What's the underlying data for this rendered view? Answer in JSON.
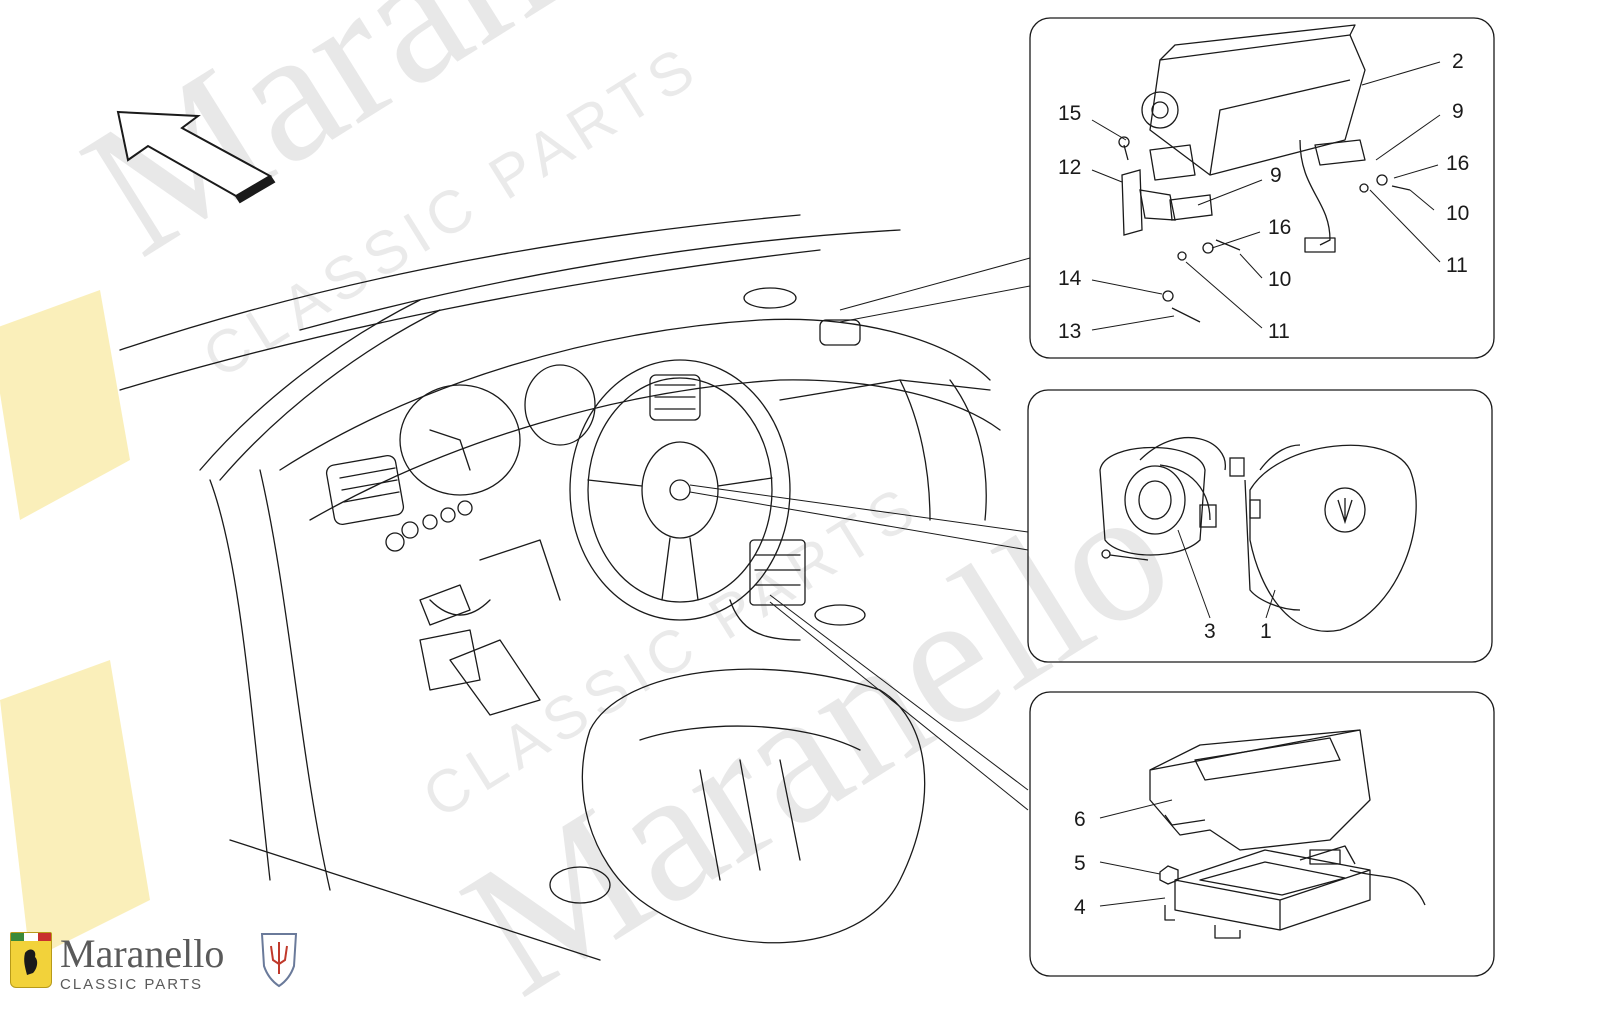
{
  "watermark": {
    "brand": "Maranello",
    "sub": "CLASSIC PARTS"
  },
  "logo": {
    "title": "Maranello",
    "subtitle": "CLASSIC PARTS",
    "crest_icon": "prancing-horse-shield-icon",
    "emblem_icon": "trident-emblem-icon"
  },
  "callouts": {
    "c1": "1",
    "c2": "2",
    "c3": "3",
    "c4": "4",
    "c5": "5",
    "c6": "6",
    "c9a": "9",
    "c9b": "9",
    "c10a": "10",
    "c10b": "10",
    "c11a": "11",
    "c11b": "11",
    "c12": "12",
    "c13": "13",
    "c14": "14",
    "c15": "15",
    "c16a": "16",
    "c16b": "16"
  },
  "colors": {
    "line": "#1a1a1a",
    "watermark": "#d6d6d6",
    "crest_yellow": "#f2d23a"
  }
}
